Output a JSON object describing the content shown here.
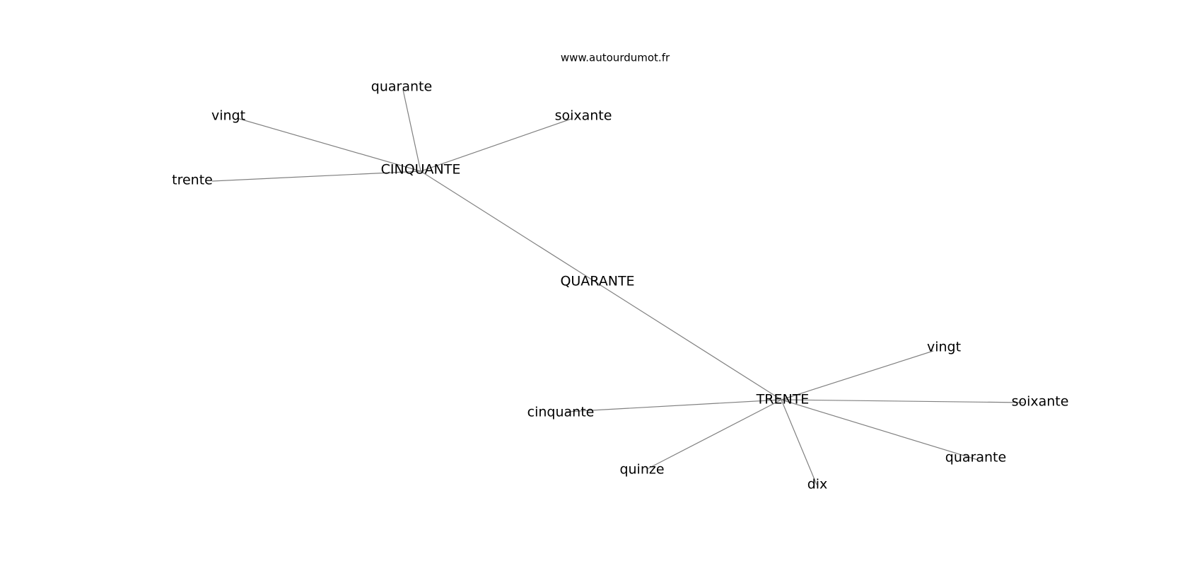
{
  "site": "www.autourdumot.fr",
  "nodes": [
    {
      "id": "quarante_center",
      "label": "QUARANTE"
    },
    {
      "id": "cinquante_hub",
      "label": "CINQUANTE"
    },
    {
      "id": "trente_hub",
      "label": "TRENTE"
    },
    {
      "id": "c_quarante",
      "label": "quarante"
    },
    {
      "id": "c_vingt",
      "label": "vingt"
    },
    {
      "id": "c_soixante",
      "label": "soixante"
    },
    {
      "id": "c_trente",
      "label": "trente"
    },
    {
      "id": "t_vingt",
      "label": "vingt"
    },
    {
      "id": "t_soixante",
      "label": "soixante"
    },
    {
      "id": "t_cinquante",
      "label": "cinquante"
    },
    {
      "id": "t_quinze",
      "label": "quinze"
    },
    {
      "id": "t_dix",
      "label": "dix"
    },
    {
      "id": "t_quarante",
      "label": "quarante"
    }
  ],
  "edges": [
    [
      "cinquante_hub",
      "trente_hub"
    ],
    [
      "cinquante_hub",
      "c_quarante"
    ],
    [
      "cinquante_hub",
      "c_vingt"
    ],
    [
      "cinquante_hub",
      "c_soixante"
    ],
    [
      "cinquante_hub",
      "c_trente"
    ],
    [
      "trente_hub",
      "t_vingt"
    ],
    [
      "trente_hub",
      "t_soixante"
    ],
    [
      "trente_hub",
      "t_cinquante"
    ],
    [
      "trente_hub",
      "t_quinze"
    ],
    [
      "trente_hub",
      "t_dix"
    ],
    [
      "trente_hub",
      "t_quarante"
    ]
  ]
}
